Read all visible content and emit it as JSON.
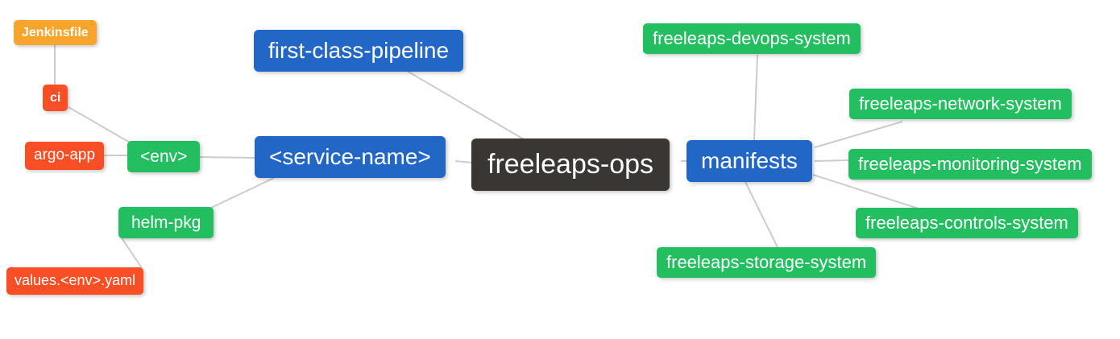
{
  "diagram": {
    "kind": "mindmap",
    "root_label": "freeleaps-ops"
  },
  "palette": {
    "blue": "#2267C6",
    "green": "#23BE5F",
    "red": "#FA4E24",
    "amber": "#F9A42C",
    "dark": "#3A3633",
    "line": "#CCCCCC",
    "text": "#FFFFFF",
    "bg": "#FFFFFF"
  },
  "nodes": [
    {
      "id": "jenkinsfile",
      "label": "Jenkinsfile",
      "color": "amber"
    },
    {
      "id": "ci",
      "label": "ci",
      "color": "red"
    },
    {
      "id": "argo-app",
      "label": "argo-app",
      "color": "red"
    },
    {
      "id": "env",
      "label": "<env>",
      "color": "green"
    },
    {
      "id": "helm-pkg",
      "label": "helm-pkg",
      "color": "green"
    },
    {
      "id": "values-env-yaml",
      "label": "values.<env>.yaml",
      "color": "red"
    },
    {
      "id": "first-class-pipeline",
      "label": "first-class-pipeline",
      "color": "blue"
    },
    {
      "id": "service-name",
      "label": "<service-name>",
      "color": "blue"
    },
    {
      "id": "freeleaps-ops",
      "label": "freeleaps-ops",
      "color": "dark"
    },
    {
      "id": "manifests",
      "label": "manifests",
      "color": "blue"
    },
    {
      "id": "devops-system",
      "label": "freeleaps-devops-system",
      "color": "green"
    },
    {
      "id": "network-system",
      "label": "freeleaps-network-system",
      "color": "green"
    },
    {
      "id": "monitoring-system",
      "label": "freeleaps-monitoring-system",
      "color": "green"
    },
    {
      "id": "controls-system",
      "label": "freeleaps-controls-system",
      "color": "green"
    },
    {
      "id": "storage-system",
      "label": "freeleaps-storage-system",
      "color": "green"
    }
  ],
  "edges": [
    {
      "from": "jenkinsfile",
      "to": "ci"
    },
    {
      "from": "ci",
      "to": "env"
    },
    {
      "from": "argo-app",
      "to": "env"
    },
    {
      "from": "env",
      "to": "service-name"
    },
    {
      "from": "helm-pkg",
      "to": "service-name"
    },
    {
      "from": "values-env-yaml",
      "to": "helm-pkg"
    },
    {
      "from": "first-class-pipeline",
      "to": "freeleaps-ops"
    },
    {
      "from": "service-name",
      "to": "freeleaps-ops"
    },
    {
      "from": "freeleaps-ops",
      "to": "manifests"
    },
    {
      "from": "manifests",
      "to": "devops-system"
    },
    {
      "from": "manifests",
      "to": "network-system"
    },
    {
      "from": "manifests",
      "to": "monitoring-system"
    },
    {
      "from": "manifests",
      "to": "controls-system"
    },
    {
      "from": "manifests",
      "to": "storage-system"
    }
  ]
}
